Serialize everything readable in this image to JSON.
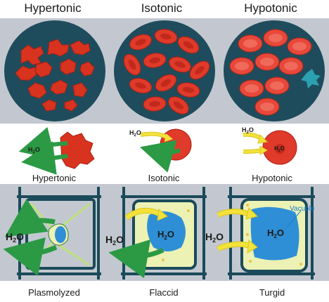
{
  "headers": [
    "Hypertonic",
    "Isotonic",
    "Hypotonic"
  ],
  "middle_captions": [
    "Hypertonic",
    "Isotonic",
    "Hypotonic"
  ],
  "bottom_captions": [
    "Plasmolyzed",
    "Flaccid",
    "Turgid"
  ],
  "water_label": "H",
  "water_sub": "2",
  "water_o": "O",
  "vacuole_label": "Vacuole",
  "colors": {
    "band": "#c3c8d0",
    "dish": "#1f4c5c",
    "cell": "#e03a2a",
    "cell_dark": "#b32718",
    "arrow_green": "#2c9a45",
    "arrow_yellow": "#f2e23a",
    "plant_wall": "#1b4a5a",
    "cytoplasm": "#ecf1b4",
    "vacuole": "#2f8fd6",
    "vacuole_label": "#1a7fc8"
  }
}
